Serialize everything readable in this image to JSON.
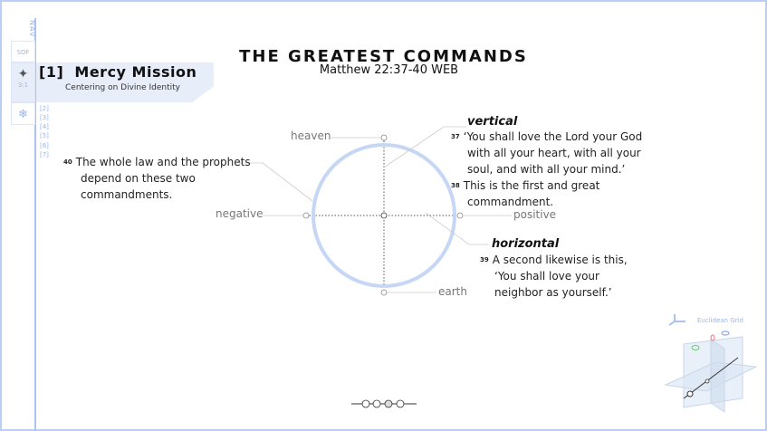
{
  "nav": {
    "label": "NAV",
    "sof": "SOF",
    "item_sub": "3:1",
    "chapters": [
      "[2]",
      "[3]",
      "[4]",
      "[5]",
      "[6]",
      "[7]"
    ]
  },
  "banner": {
    "number": "[1]",
    "title": "Mercy Mission",
    "subtitle": "Centering on Divine Identity"
  },
  "header": {
    "title": "THE GREATEST COMMANDS",
    "reference": "Matthew 22:37-40 WEB"
  },
  "diagram": {
    "heaven": "heaven",
    "earth": "earth",
    "negative": "negative",
    "positive": "positive"
  },
  "vertical": {
    "heading": "vertical",
    "v37": "37",
    "t37a": "‘You shall love the Lord your God",
    "t37b": "with all your heart, with all your",
    "t37c": "soul, and with all your mind.’",
    "v38": "38",
    "t38a": "This is the first and great",
    "t38b": "commandment."
  },
  "horizontal": {
    "heading": "horizontal",
    "v39": "39",
    "t39a": "A second likewise is this,",
    "t39b": "‘You shall love your",
    "t39c": "neighbor as yourself.’"
  },
  "law": {
    "v40": "40",
    "a": "The whole law and the prophets",
    "b": "depend on these two",
    "c": "commandments."
  },
  "grid": {
    "label": "Euclidean Grid"
  },
  "colors": {
    "accent": "#b9cff3",
    "circle": "#c6d7f6"
  }
}
